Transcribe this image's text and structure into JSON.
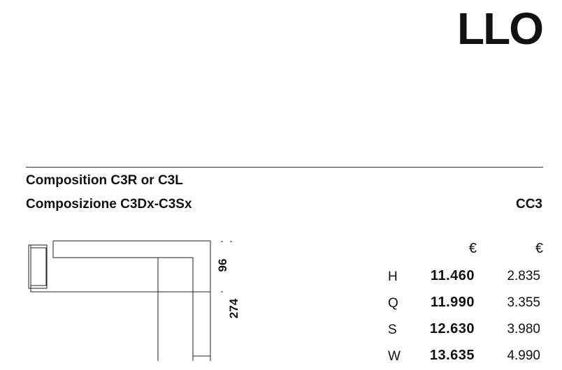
{
  "brand": "LLO",
  "composition": {
    "title_en": "Composition C3R or C3L",
    "title_it": "Composizione C3Dx-C3Sx",
    "code": "CC3"
  },
  "drawing": {
    "dim_depth": "96",
    "dim_length": "274"
  },
  "prices": {
    "currency_col1": "€",
    "currency_col2": "€",
    "rows": [
      {
        "grade": "H",
        "price": "11.460",
        "extra": "2.835"
      },
      {
        "grade": "Q",
        "price": "11.990",
        "extra": "3.355"
      },
      {
        "grade": "S",
        "price": "12.630",
        "extra": "3.980"
      },
      {
        "grade": "W",
        "price": "13.635",
        "extra": "4.990"
      }
    ]
  }
}
